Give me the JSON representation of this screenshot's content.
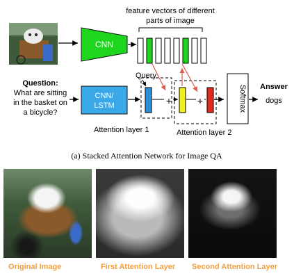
{
  "diagram": {
    "top_caption_line1": "feature vectors of different",
    "top_caption_line2": "parts of image",
    "cnn_label": "CNN",
    "cnn_lstm_line1": "CNN/",
    "cnn_lstm_line2": "LSTM",
    "question_title": "Question:",
    "question_lines": [
      "What are sitting",
      "in the basket on",
      "a bicycle?"
    ],
    "query_label": "Query",
    "plus_symbol": "+",
    "attention_layer_1": "Attention layer 1",
    "attention_layer_2": "Attention layer 2",
    "softmax_label": "Softmax",
    "answer_title": "Answer",
    "answer_value": "dogs",
    "caption": "(a) Stacked Attention Network for Image QA"
  },
  "photos": {
    "original_label": "Original Image",
    "first_attention_label": "First Attention Layer",
    "second_attention_label": "Second Attention Layer"
  },
  "colors": {
    "cnn_green": "#1fd61f",
    "lstm_blue": "#3aa8e8",
    "query_blue": "#2b8fd8",
    "yellow": "#f2ee1a",
    "red": "#e02a1a",
    "arrow_red": "#e05a4a",
    "label_orange": "#f0a040"
  }
}
